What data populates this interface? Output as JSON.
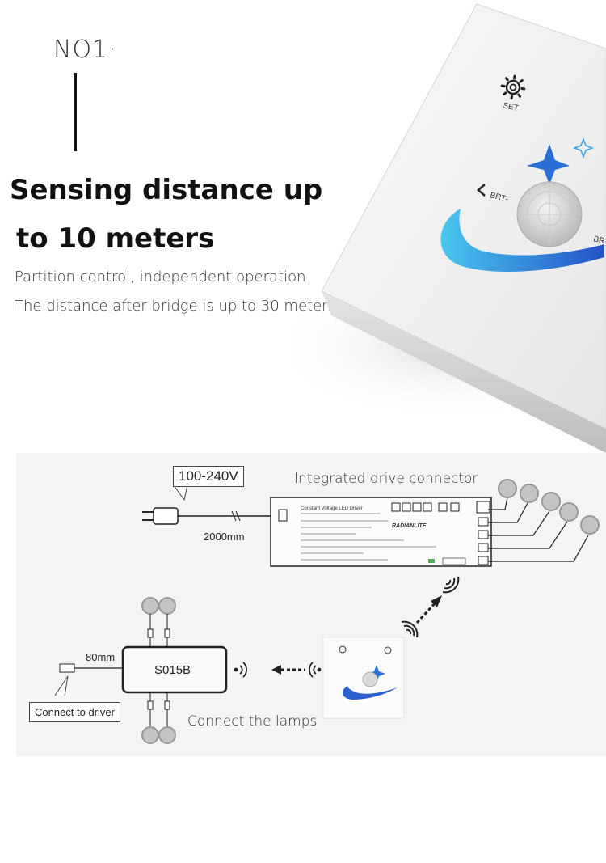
{
  "header": {
    "no_label": "NO1·",
    "title_line1": "Sensing distance up",
    "title_line2": "to 10 meters",
    "subtitle1": "Partition control, independent operation",
    "subtitle2": "The distance after bridge is up to 30 meters"
  },
  "panel": {
    "set_label": "SET",
    "brt_minus": "BRT-",
    "brt_plus": "BR"
  },
  "diagram": {
    "voltage": "100-240V",
    "drive_title": "Integrated drive connector",
    "cable_length": "2000mm",
    "receiver_cable": "80mm",
    "receiver_model": "S015B",
    "connect_driver": "Connect to driver",
    "connect_lamps": "Connect the lamps",
    "driver_brand": "RADIANLITE",
    "driver_text": "Constant Voltage LED Driver"
  },
  "colors": {
    "accent_blue": "#2a5fd0",
    "accent_cyan": "#3ab6e6"
  }
}
